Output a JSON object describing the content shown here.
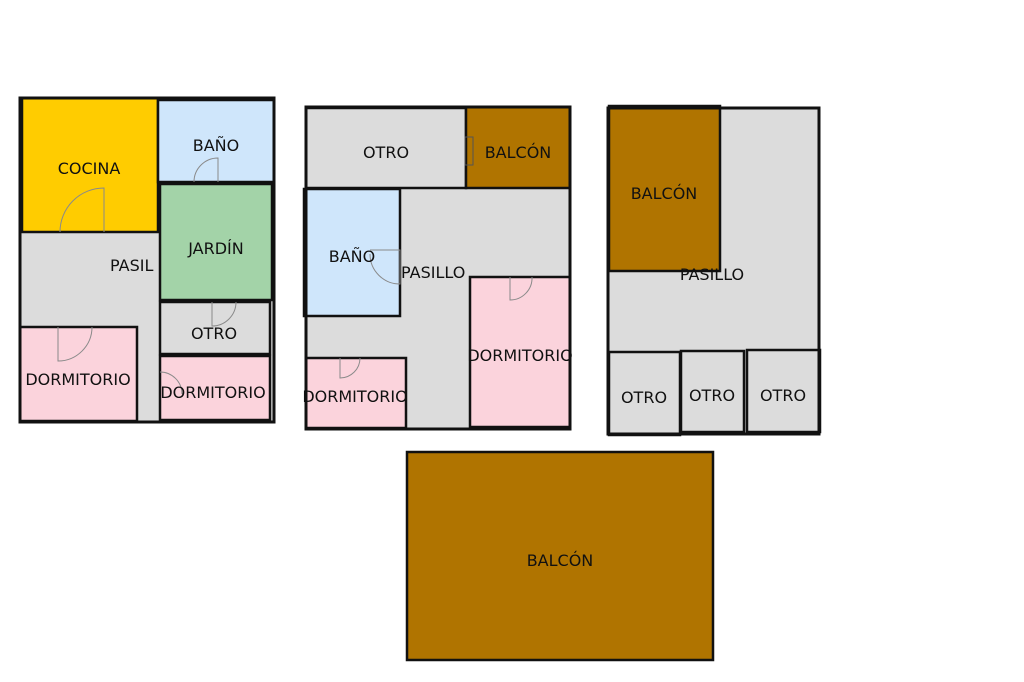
{
  "colors": {
    "kitchen": "#ffcc00",
    "bath": "#cfe6fb",
    "garden": "#a3d3a8",
    "bedroom": "#fbd3dc",
    "balcony": "#b07400",
    "other": "#dcdcdc",
    "hall": "#dcdcdc"
  },
  "plan1": {
    "cocina": "COCINA",
    "bano": "BAÑO",
    "jardin": "JARDÍN",
    "pasillo": "PASIL",
    "otro": "OTRO",
    "dormitorio_left": "DORMITORIO",
    "dormitorio_right": "DORMITORIO"
  },
  "plan2": {
    "otro": "OTRO",
    "balcon": "BALCÓN",
    "bano": "BAÑO",
    "pasillo": "PASILLO",
    "dormitorio_left": "DORMITORIO",
    "dormitorio_right": "DORMITORIO"
  },
  "plan3": {
    "balcon": "BALCÓN",
    "pasillo": "PASILLO",
    "otro_1": "OTRO",
    "otro_2": "OTRO",
    "otro_3": "OTRO"
  },
  "plan4": {
    "balcon": "BALCÓN"
  }
}
